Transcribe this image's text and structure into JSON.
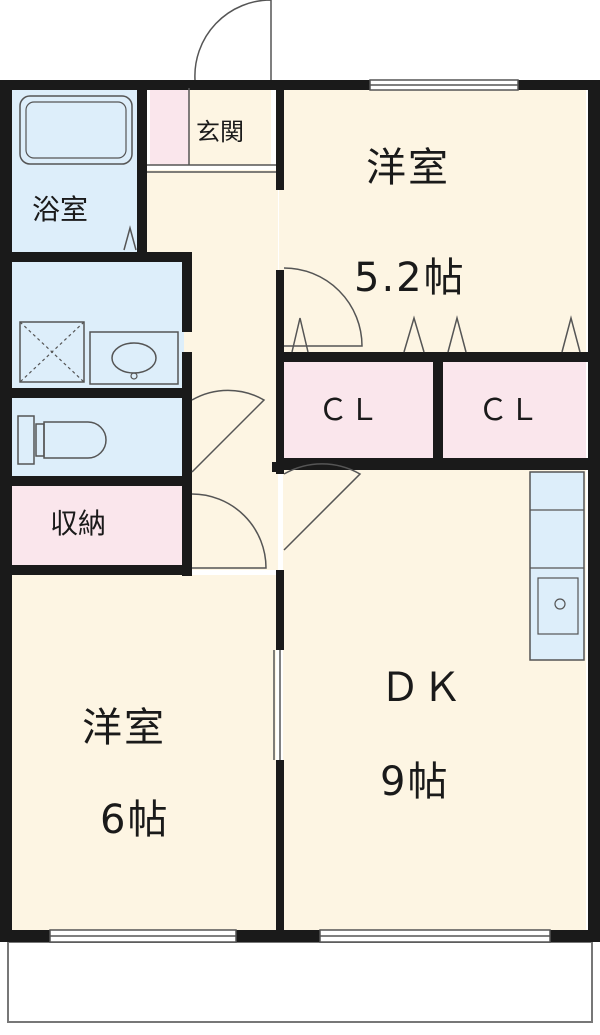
{
  "rooms": {
    "western_room_north": {
      "name": "洋室",
      "size": "5.2帖"
    },
    "western_room_south": {
      "name": "洋室",
      "size": "6帖"
    },
    "dining_kitchen": {
      "name": "ＤＫ",
      "size": "9帖"
    },
    "closet_left": {
      "name": "ＣＬ"
    },
    "closet_right": {
      "name": "ＣＬ"
    },
    "bathroom": {
      "name": "浴室"
    },
    "entrance": {
      "name": "玄関"
    },
    "storage": {
      "name": "収納"
    }
  },
  "colors": {
    "room_floor": "#fdf5e3",
    "wet_area": "#ddeefa",
    "closet": "#fae6ec",
    "wall": "#1a1a1a",
    "line": "#555555"
  }
}
